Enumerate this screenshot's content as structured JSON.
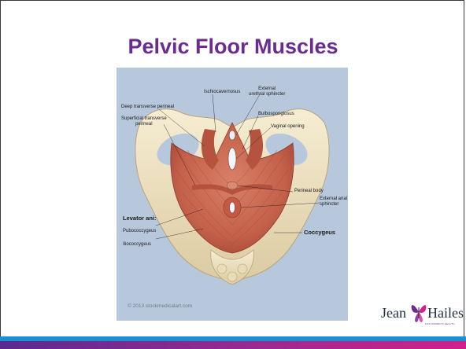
{
  "slide": {
    "title": "Pelvic Floor Muscles"
  },
  "figure": {
    "labels": {
      "ischiocavernosus": "Ischiocavernosus",
      "external_urethral_sphincter": "External\nurethral sphincter",
      "deep_transverse_perineal": "Deep transverse perineal",
      "bulbospongiosus": "Bulbospongiosus",
      "superficial_transverse_perineal": "Superficial transverse\nperineal",
      "vaginal_opening": "Vaginal opening",
      "perineal_body": "Perineal body",
      "external_anal_sphincter": "External anal\nsphincter",
      "levator_ani": "Levator ani:",
      "pubococcygeus": "Pubococcygeus",
      "iliococcygeus": "Iliococcygeus",
      "coccygeus": "Coccygeus"
    },
    "copyright": "© 2013 stockmedicalart.com"
  },
  "logo": {
    "left_word": "Jean",
    "right_word": "Hailes",
    "tagline": "FOR WOMEN'S HEALTH"
  },
  "colors": {
    "title": "#6a2c91",
    "footer_blue": "#1b8fd0",
    "footer_magenta": "#d31f8a",
    "figure_background": "#b7c8dc",
    "muscle": "#c8664c",
    "bone": "#efe3c4"
  }
}
